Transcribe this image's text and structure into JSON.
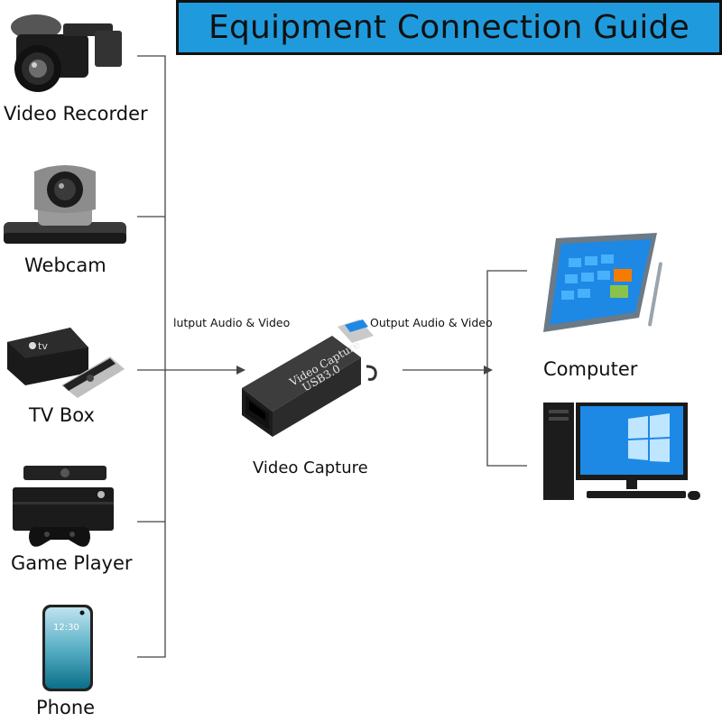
{
  "header": {
    "title": "Equipment Connection Guide"
  },
  "inputs": [
    {
      "label": "Video Recorder",
      "icon": "video-recorder-icon"
    },
    {
      "label": "Webcam",
      "icon": "webcam-icon"
    },
    {
      "label": "TV Box",
      "icon": "tv-box-icon"
    },
    {
      "label": "Game Player",
      "icon": "game-console-icon"
    },
    {
      "label": "Phone",
      "icon": "phone-icon"
    }
  ],
  "device": {
    "label": "Video Capture",
    "body_text_1": "Video Capture",
    "body_text_2": "USB3.0",
    "icon": "video-capture-dongle-icon"
  },
  "connections": {
    "input_label": "lutput Audio & Video",
    "output_label": "Output Audio & Video"
  },
  "outputs": [
    {
      "label": "Computer",
      "icon": "tablet-computer-icon"
    },
    {
      "label": "",
      "icon": "desktop-computer-icon"
    }
  ],
  "colors": {
    "banner": "#1f9bdd",
    "line": "#444444",
    "screen": "#1e88e5"
  }
}
